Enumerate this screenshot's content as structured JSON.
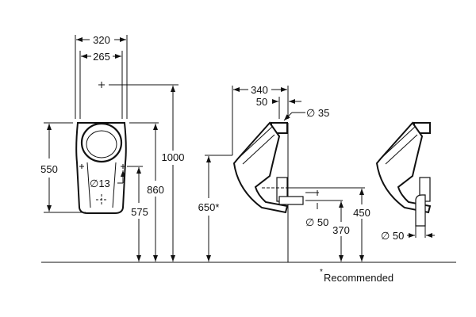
{
  "drawing": {
    "front_view": {
      "width_outer": "320",
      "width_inner": "265",
      "height_body": "550",
      "height_top": "1000",
      "height_rim": "860",
      "height_inlet": "575",
      "inlet_diameter": "∅13"
    },
    "side_view": {
      "depth": "340",
      "inlet_offset": "50",
      "inlet_diameter": "∅ 35",
      "rim_height": "650*",
      "outlet_diameter": "∅ 50",
      "outlet_height": "370",
      "outlet_axis_height": "450"
    },
    "side_view_alt": {
      "outlet_diameter": "∅ 50"
    },
    "footnote": {
      "asterisk": "*",
      "text": "Recommended"
    },
    "colors": {
      "line": "#111111",
      "background": "#ffffff"
    }
  }
}
